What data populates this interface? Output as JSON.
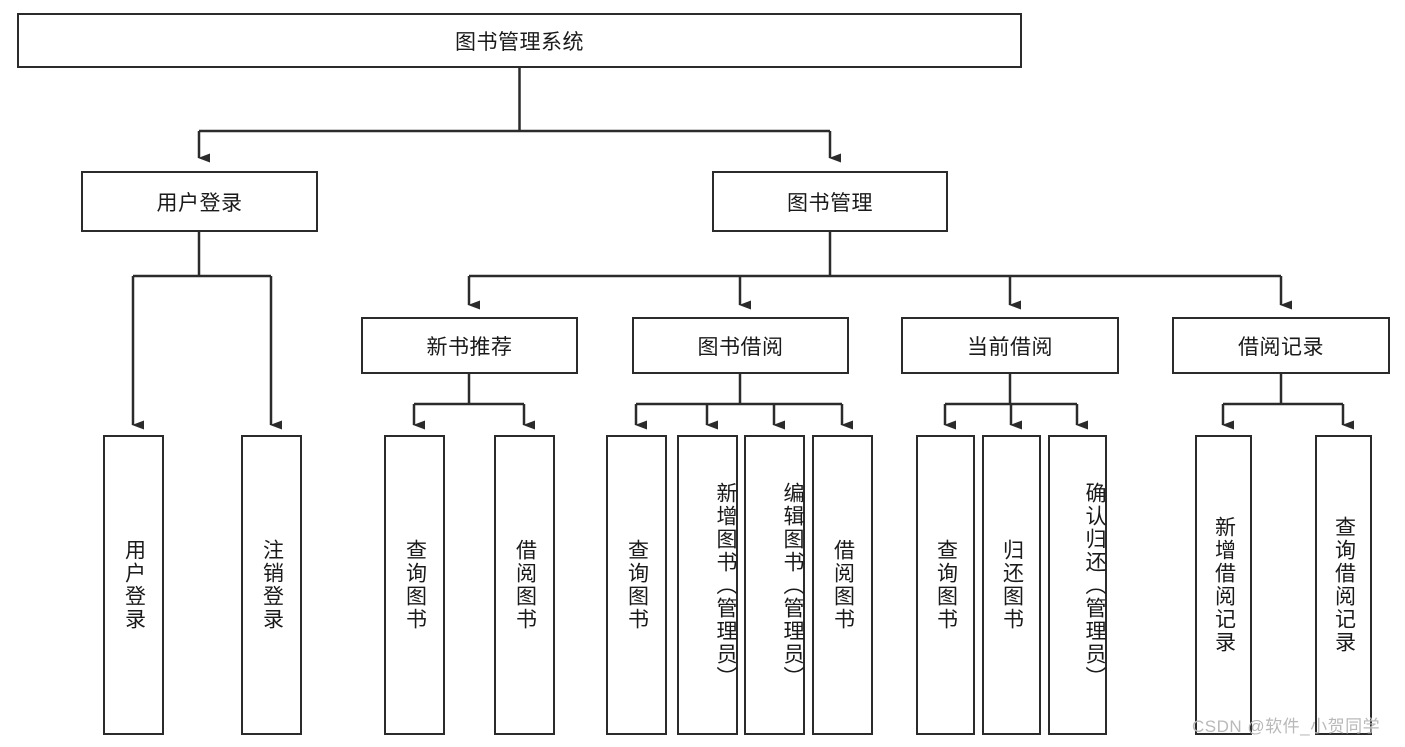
{
  "diagram": {
    "title": "图书管理系统",
    "type": "tree-hierarchy",
    "root": {
      "id": "root",
      "label": "图书管理系统"
    },
    "level2": [
      {
        "id": "user-login",
        "label": "用户登录"
      },
      {
        "id": "book-management",
        "label": "图书管理"
      }
    ],
    "level3": [
      {
        "id": "new-book-recommend",
        "label": "新书推荐",
        "parent": "book-management"
      },
      {
        "id": "book-borrow",
        "label": "图书借阅",
        "parent": "book-management"
      },
      {
        "id": "current-borrow",
        "label": "当前借阅",
        "parent": "book-management"
      },
      {
        "id": "borrow-record",
        "label": "借阅记录",
        "parent": "book-management"
      }
    ],
    "leaves": [
      {
        "id": "leaf-user-login",
        "label": "用户登录",
        "parent": "user-login"
      },
      {
        "id": "leaf-logout-login",
        "label": "注销登录",
        "parent": "user-login"
      },
      {
        "id": "leaf-query-book-1",
        "label": "查询图书",
        "parent": "new-book-recommend"
      },
      {
        "id": "leaf-borrow-book-1",
        "label": "借阅图书",
        "parent": "new-book-recommend"
      },
      {
        "id": "leaf-query-book-2",
        "label": "查询图书",
        "parent": "book-borrow"
      },
      {
        "id": "leaf-add-book",
        "label": "新增图书（管理员）",
        "parent": "book-borrow"
      },
      {
        "id": "leaf-edit-book",
        "label": "编辑图书（管理员）",
        "parent": "book-borrow"
      },
      {
        "id": "leaf-borrow-book-2",
        "label": "借阅图书",
        "parent": "book-borrow"
      },
      {
        "id": "leaf-query-book-3",
        "label": "查询图书",
        "parent": "current-borrow"
      },
      {
        "id": "leaf-return-book",
        "label": "归还图书",
        "parent": "current-borrow"
      },
      {
        "id": "leaf-confirm-return",
        "label": "确认归还（管理员）",
        "parent": "current-borrow"
      },
      {
        "id": "leaf-add-record",
        "label": "新增借阅记录",
        "parent": "borrow-record"
      },
      {
        "id": "leaf-query-record",
        "label": "查询借阅记录",
        "parent": "borrow-record"
      }
    ],
    "watermark": "CSDN @软件_小贺同学",
    "colors": {
      "stroke": "#2b2b2b",
      "fill": "#ffffff",
      "text": "#1a1a1a",
      "watermark": "#b9b9b9"
    }
  }
}
